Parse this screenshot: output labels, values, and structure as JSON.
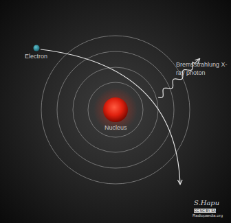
{
  "diagram": {
    "nodes": [
      {
        "text": [
          "Electron"
        ]
      },
      {
        "text": [
          "Nucleus"
        ]
      }
    ],
    "labels": [
      "Bremsstrahlung X-ray photon",
      "S.Hapu",
      "CC NC BY SA",
      "Radiopaedia.org"
    ]
  }
}
